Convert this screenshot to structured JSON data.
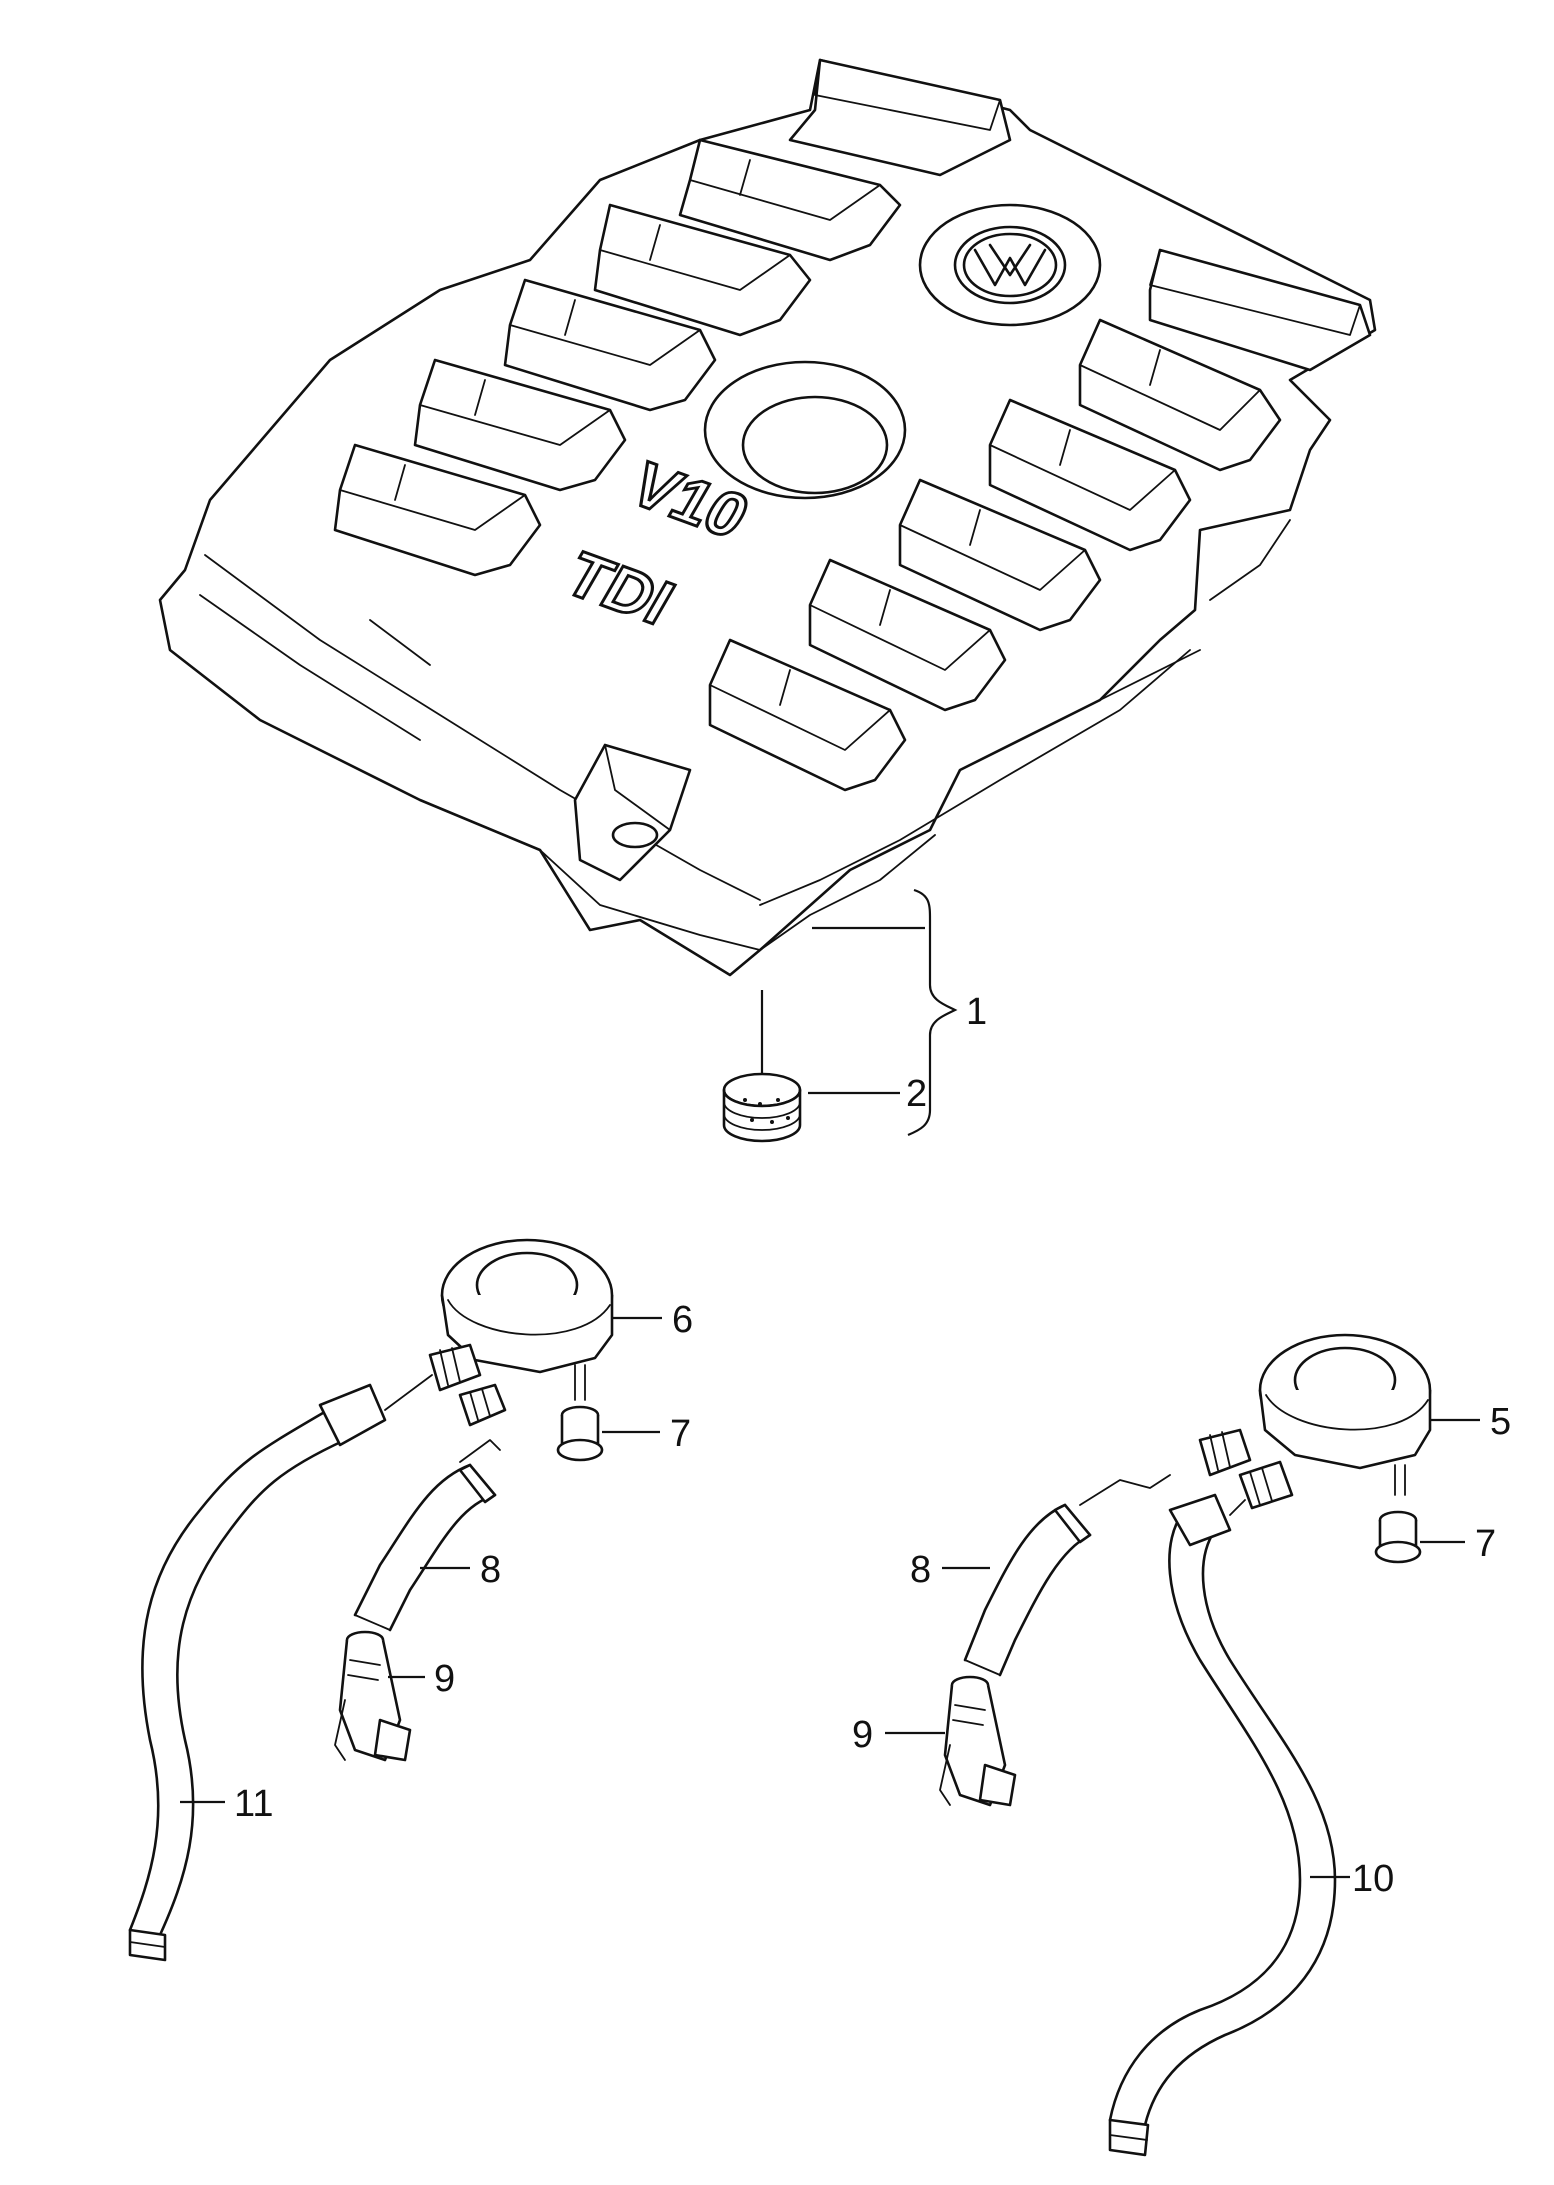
{
  "cover": {
    "model_text_1": "V10",
    "model_text_2": "TDI",
    "logo": "vw-logo"
  },
  "callouts": [
    {
      "id": "c1",
      "label": "1"
    },
    {
      "id": "c2",
      "label": "2"
    },
    {
      "id": "c6",
      "label": "6"
    },
    {
      "id": "c7a",
      "label": "7"
    },
    {
      "id": "c8a",
      "label": "8"
    },
    {
      "id": "c9a",
      "label": "9"
    },
    {
      "id": "c11",
      "label": "11"
    },
    {
      "id": "c5",
      "label": "5"
    },
    {
      "id": "c7b",
      "label": "7"
    },
    {
      "id": "c8b",
      "label": "8"
    },
    {
      "id": "c9b",
      "label": "9"
    },
    {
      "id": "c10",
      "label": "10"
    }
  ]
}
